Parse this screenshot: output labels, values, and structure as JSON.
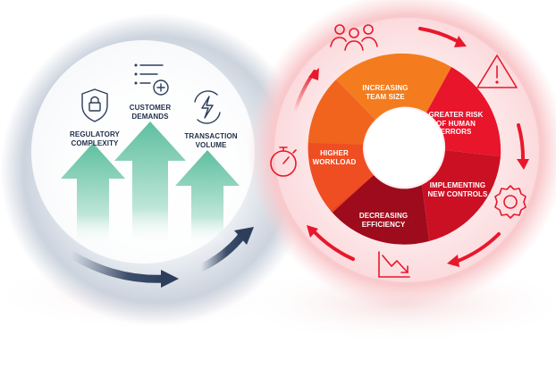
{
  "left_cycle": {
    "drivers": [
      {
        "label_line1": "REGULATORY",
        "label_line2": "COMPLEXITY",
        "icon": "lock-shield-icon"
      },
      {
        "label_line1": "CUSTOMER",
        "label_line2": "DEMANDS",
        "icon": "list-add-icon"
      },
      {
        "label_line1": "TRANSACTION",
        "label_line2": "VOLUME",
        "icon": "lightning-cycle-icon"
      }
    ]
  },
  "right_cycle": {
    "segments": [
      {
        "line1": "INCREASING",
        "line2": "TEAM SIZE",
        "line3": "",
        "color": "#f47c1e"
      },
      {
        "line1": "GREATER RISK",
        "line2": "OF HUMAN",
        "line3": "ERRORS",
        "color": "#e8152b"
      },
      {
        "line1": "IMPLEMENTING",
        "line2": "NEW CONTROLS",
        "line3": "",
        "color": "#cc1024"
      },
      {
        "line1": "DECREASING",
        "line2": "EFFICIENCY",
        "line3": "",
        "color": "#9d0b1c"
      },
      {
        "line1": "HIGHER",
        "line2": "WORKLOAD",
        "line3": "",
        "color": "#f0641e"
      }
    ],
    "outer_icons": [
      "team-icon",
      "warning-icon",
      "gear-icon",
      "downtrend-chart-icon",
      "stopwatch-icon"
    ]
  },
  "colors": {
    "accent_red": "#e8182c",
    "arrow_green": "#6fc8ad",
    "navy": "#2c3e5c"
  }
}
